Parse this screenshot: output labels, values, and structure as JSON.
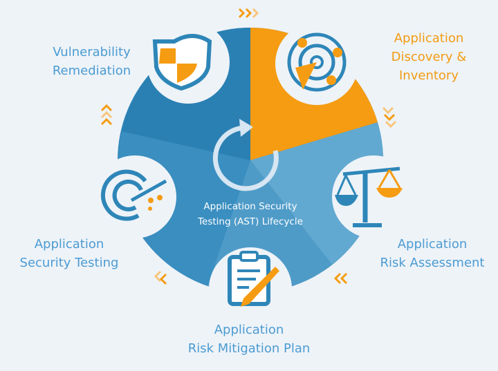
{
  "title": "Application Security Testing (AST) Lifecycle",
  "center": {
    "line1": "Application Security",
    "line2": "Testing (AST) Lifecycle"
  },
  "stages": [
    {
      "line1": "Application",
      "line2": "Discovery &",
      "line3": "Inventory",
      "icon": "radar-icon"
    },
    {
      "line1": "Application",
      "line2": "Risk Assessment",
      "icon": "scales-icon"
    },
    {
      "line1": "Application",
      "line2": "Risk Mitigation Plan",
      "icon": "clipboard-pen-icon"
    },
    {
      "line1": "Application",
      "line2": "Security Testing",
      "icon": "scan-icon"
    },
    {
      "line1": "Vulnerability",
      "line2": "Remediation",
      "icon": "shield-icon"
    }
  ],
  "colors": {
    "blue": "#2e86b8",
    "light_blue": "#62a9d1",
    "orange": "#f59c12",
    "label_blue": "#4b9bd2",
    "background": "#eef3f8"
  }
}
